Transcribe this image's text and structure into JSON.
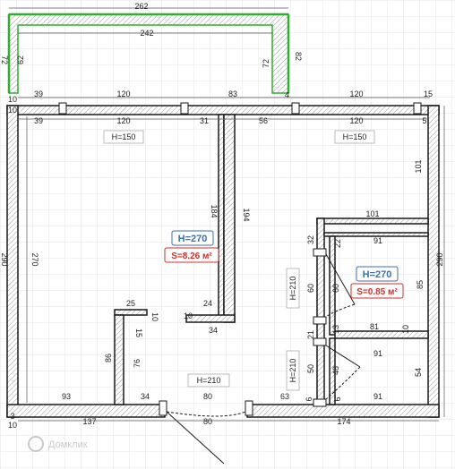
{
  "balcony_dims": {
    "top_outer": "262",
    "top_inner": "242",
    "left_outer": "72",
    "left_inner": "62",
    "right_inner": "72",
    "right_outer": "82",
    "bottom_left": "10",
    "bottom_right": "4"
  },
  "wall_dims": {
    "top_a1": "39",
    "top_a2": "120",
    "top_a3": "83",
    "top_a4": "120",
    "top_a5": "15",
    "top_b1": "39",
    "top_b2": "120",
    "top_b3": "31",
    "top_b4": "56",
    "top_b5": "120",
    "top_b6": "5",
    "left_room_height": "270",
    "left_outer_height": "290",
    "right_outer_height": "290",
    "inner_wall_184": "184",
    "inner_wall_194": "194",
    "wall_24": "24",
    "wall_10a": "10",
    "wall_34": "34",
    "right_101v": "101",
    "right_101h": "101",
    "bath_32": "32",
    "bath_22": "22",
    "bath_91a": "91",
    "bath_60a": "60",
    "bath_60b": "60",
    "bath_85": "85",
    "bath_21": "21",
    "bath_13": "13",
    "bath_81": "81",
    "bath_10b": "10",
    "wc_91b": "91",
    "wc_50": "50",
    "wc_48": "48",
    "wc_54": "54",
    "wc_6a": "6",
    "wc_6b": "6",
    "wc_91c": "91",
    "step_25": "25",
    "step_10": "10",
    "step_15": "15",
    "left_86": "86",
    "left_76": "76",
    "bottom_93": "93",
    "bottom_34": "34",
    "bottom_80a": "80",
    "bottom_63": "63",
    "bottom_3": "3",
    "bottom_137": "137",
    "bottom_80b": "80",
    "bottom_174": "174",
    "bottom_10": "10",
    "corner_10_top": "10"
  },
  "height_tags": {
    "room1": "H=150",
    "room2": "H=150",
    "door_main": "H=210",
    "door_bath": "H=210",
    "door_wc": "H=210"
  },
  "rooms": [
    {
      "height": "H=270",
      "area": "S=8.26 м²"
    },
    {
      "height": "H=270",
      "area": "S=0.85 м²"
    }
  ],
  "watermark": "Домклик",
  "colors": {
    "wall": "#1a1a1a",
    "balcony": "#2fae2f",
    "grid": "#e3e3e3",
    "room_height": "#3a6fb5",
    "room_area": "#d0302a"
  }
}
